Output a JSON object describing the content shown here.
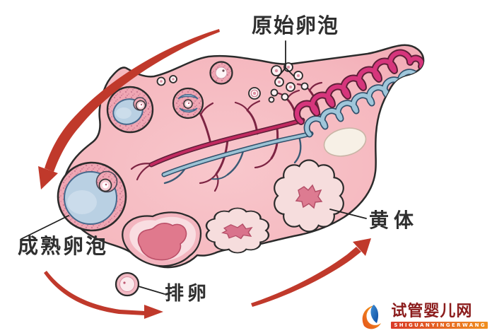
{
  "diagram": {
    "type": "ovarian-cycle-illustration",
    "labels": {
      "primordial_follicle": "原始卵泡",
      "mature_follicle": "成熟卵泡",
      "ovulation": "排卵",
      "corpus_luteum": "黄体"
    }
  },
  "watermark": {
    "name": "试管婴儿网",
    "romanized": "SHIGUANYINGERWANG"
  },
  "colors": {
    "ovary_fill": "#f5bac1",
    "outline": "#2b2b2b",
    "artery_red": "#c22a60",
    "vein_blue": "#9cc3d5",
    "follicle_fluid_blue": "#b9d0e3",
    "corpus_luteum_fill": "#f6dddd",
    "corpus_luteum_core": "#dd7b91",
    "arrow_red": "#c0392b",
    "label_text": "#2f2f2f",
    "watermark_red": "#8b1c1c",
    "watermark_orange": "#f08f1e",
    "watermark_blue": "#1b5fae"
  }
}
